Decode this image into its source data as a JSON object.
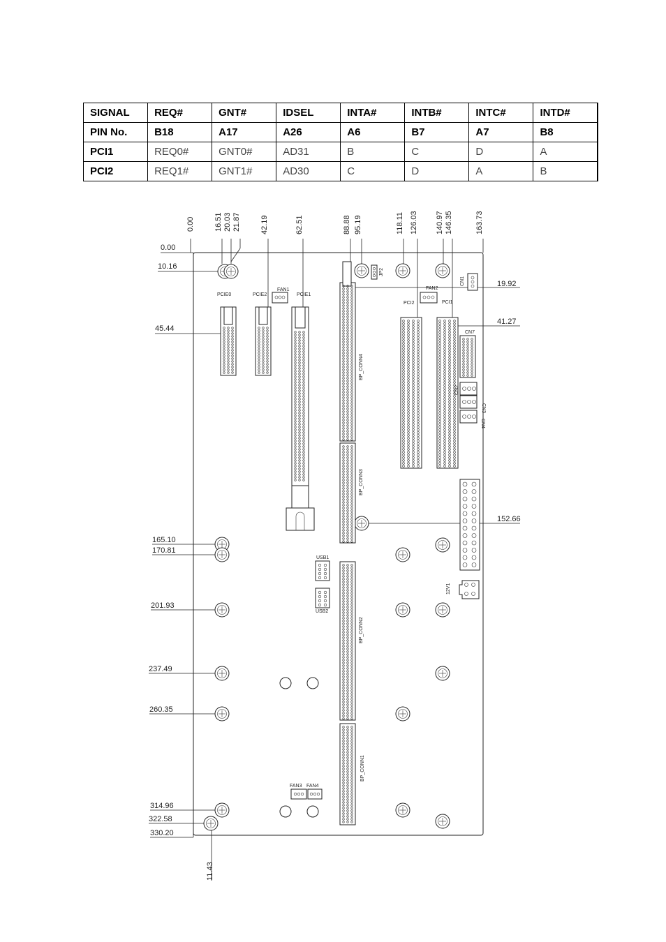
{
  "table": {
    "header": [
      "SIGNAL",
      "REQ#",
      "GNT#",
      "IDSEL",
      "INTA#",
      "INTB#",
      "INTC#",
      "INTD#"
    ],
    "rows": [
      [
        "PIN No.",
        "B18",
        "A17",
        "A26",
        "A6",
        "B7",
        "A7",
        "B8"
      ],
      [
        "PCI1",
        "REQ0#",
        "GNT0#",
        "AD31",
        "B",
        "C",
        "D",
        "A"
      ],
      [
        "PCI2",
        "REQ1#",
        "GNT1#",
        "AD30",
        "C",
        "D",
        "A",
        "B"
      ]
    ]
  },
  "drawing": {
    "top_dims": [
      "0.00",
      "16.51",
      "20.03",
      "21.87",
      "42.19",
      "62.51",
      "88.88",
      "95.19",
      "118.11",
      "126.03",
      "140.97",
      "146.35",
      "163.73"
    ],
    "left_dims": [
      "0.00",
      "10.16",
      "45.44",
      "165.10",
      "170.81",
      "201.93",
      "237.49",
      "260.35",
      "314.96",
      "322.58",
      "330.20"
    ],
    "right_dims": [
      "19.92",
      "41.27",
      "152.66"
    ],
    "bottom_dim": "11.43",
    "labels": {
      "pcie0": "PCIE0",
      "pcie2": "PCIE2",
      "pcie1": "PCIE1",
      "fan1": "FAN1",
      "fan2": "FAN2",
      "fan3": "FAN3",
      "fan4": "FAN4",
      "pci1": "PCI1",
      "pci2": "PCI2",
      "cn1": "CN1",
      "cn7": "CN7",
      "cn2": "CN2",
      "cn3": "CN3",
      "cn4": "CN4",
      "usb1": "USB1",
      "usb2": "USB2",
      "v12": "12V1",
      "jp2": "JP2",
      "bp_conn4": "BP_CONN4",
      "bp_conn3": "BP_CONN3",
      "bp_conn2": "BP_CONN2",
      "bp_conn1": "BP_CONN1"
    }
  }
}
